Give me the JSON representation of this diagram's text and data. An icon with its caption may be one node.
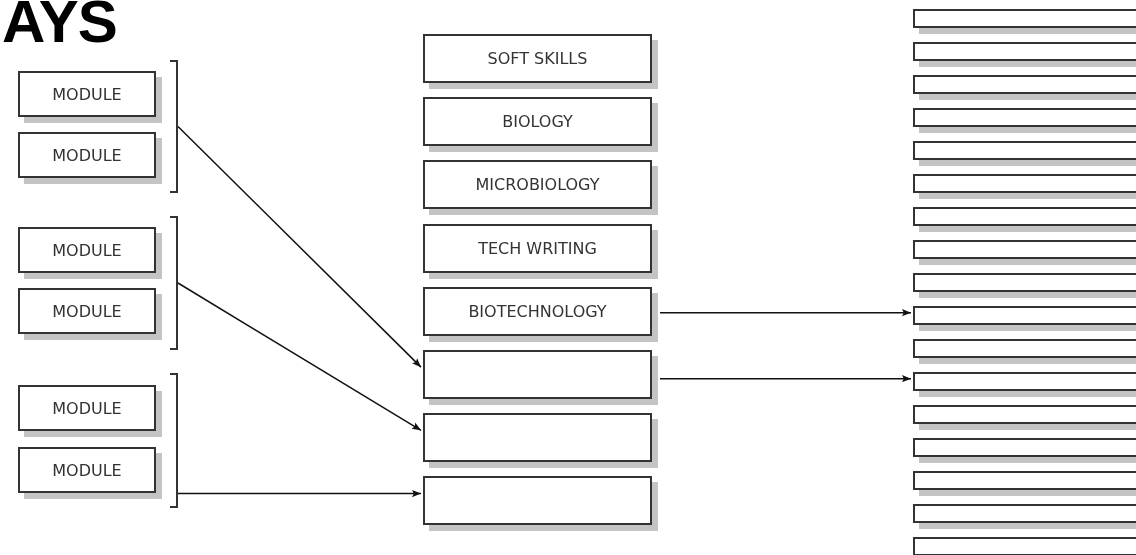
{
  "diagram": {
    "title": "AYS",
    "nodes": [
      {
        "text": [
          "MODULE"
        ]
      },
      {
        "text": [
          "MODULE"
        ]
      },
      {
        "text": [
          "MODULE"
        ]
      },
      {
        "text": [
          "MODULE"
        ]
      },
      {
        "text": [
          "MODULE"
        ]
      },
      {
        "text": [
          "MODULE"
        ]
      },
      {
        "text": [],
        "shape": "bracket"
      },
      {
        "text": [],
        "shape": "bracket"
      },
      {
        "text": [],
        "shape": "bracket"
      },
      {
        "text": [
          "SOFT SKILLS"
        ]
      },
      {
        "text": [
          "BIOLOGY"
        ]
      },
      {
        "text": [
          "MICROBIOLOGY"
        ]
      },
      {
        "text": [
          "TECH WRITING"
        ]
      },
      {
        "text": [
          "BIOTECHNOLOGY"
        ]
      },
      {
        "text": [],
        "shape": "box"
      },
      {
        "text": [],
        "shape": "box"
      },
      {
        "text": [],
        "shape": "box"
      },
      {
        "text": [],
        "shape": "bar"
      },
      {
        "text": [],
        "shape": "bar"
      },
      {
        "text": [],
        "shape": "bar"
      },
      {
        "text": [],
        "shape": "bar"
      },
      {
        "text": [],
        "shape": "bar"
      },
      {
        "text": [],
        "shape": "bar"
      },
      {
        "text": [],
        "shape": "bar"
      },
      {
        "text": [],
        "shape": "bar"
      },
      {
        "text": [],
        "shape": "bar"
      },
      {
        "text": [],
        "shape": "bar"
      },
      {
        "text": [],
        "shape": "bar"
      },
      {
        "text": [],
        "shape": "bar"
      },
      {
        "text": [],
        "shape": "bar"
      },
      {
        "text": [],
        "shape": "bar"
      },
      {
        "text": [],
        "shape": "bar"
      },
      {
        "text": [],
        "shape": "bar"
      },
      {
        "text": [],
        "shape": "bar"
      }
    ],
    "edges": [
      {
        "from": 6,
        "to": 14,
        "arrow": "to"
      },
      {
        "from": 7,
        "to": 15,
        "arrow": "to"
      },
      {
        "from": 8,
        "to": 16,
        "arrow": "to"
      },
      {
        "from": 13,
        "to": 26,
        "arrow": "to"
      },
      {
        "from": 14,
        "to": 28,
        "arrow": "to"
      }
    ]
  }
}
